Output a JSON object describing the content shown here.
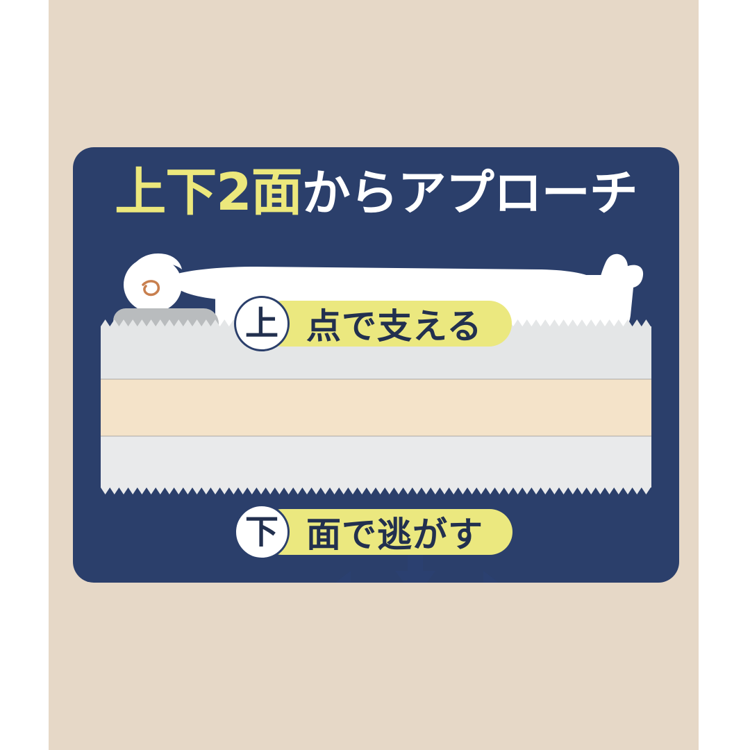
{
  "page": {
    "background_color": "#e6d8c7",
    "outer_color": "#ffffff"
  },
  "card": {
    "background_color": "#2b3f6b",
    "title": {
      "highlight_text": "上下2面",
      "highlight_color": "#ece87c",
      "plain_text": "からアプローチ",
      "plain_color": "#ffffff",
      "full_text": "上下2面からアプローチ"
    },
    "badges": [
      {
        "circle_label": "上",
        "pill_label": "点で支える",
        "pill_color": "#ebe87f",
        "text_color": "#22304f"
      },
      {
        "circle_label": "下",
        "pill_label": "面で逃がす",
        "pill_color": "#ebe87f",
        "text_color": "#22304f"
      }
    ],
    "mattress": {
      "layers": [
        {
          "name": "top-layer",
          "color": "#e4e6e7"
        },
        {
          "name": "middle-layer",
          "color": "#f4e3c9"
        },
        {
          "name": "bottom-layer",
          "color": "#e9eaeb"
        }
      ],
      "edge_style": "sawtooth",
      "arrow_color": "#2b4070",
      "pressure_arrows": {
        "center_down": 1,
        "spread_left": 1,
        "spread_right": 1,
        "bottom_down_count": 6
      }
    },
    "figure": {
      "person_color": "#ffffff",
      "pillow_color": "#b9bcbe",
      "ear_color": "#c87f4e",
      "pose": "lying-on-back"
    }
  }
}
